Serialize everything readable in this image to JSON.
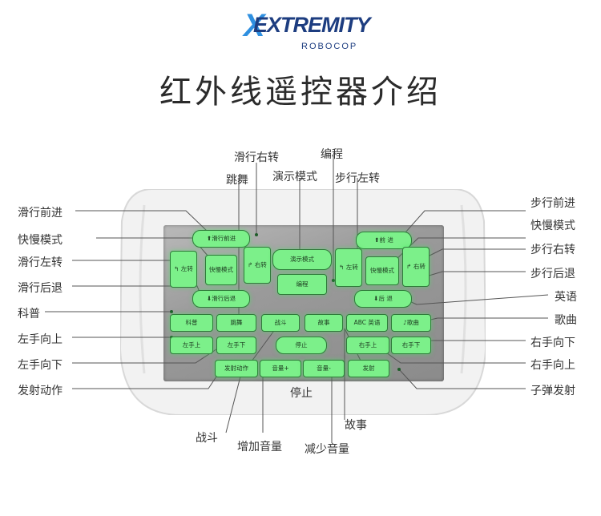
{
  "logo": {
    "x_letter": "X",
    "brand": "EXTREMITY",
    "sub": "ROBOCOP"
  },
  "title": "红外线遥控器介绍",
  "center_label": "停止",
  "labels": {
    "hx_qj": "滑行前进",
    "kmms_l": "快慢模式",
    "hx_zz": "滑行左转",
    "hx_ht": "滑行后退",
    "kp": "科普",
    "zs_xs": "左手向上",
    "zs_xx": "左手向下",
    "fs_dz": "发射动作",
    "hx_yz": "滑行右转",
    "tw": "跳舞",
    "ys_ms": "演示模式",
    "bc": "编程",
    "bx_zz": "步行左转",
    "bx_qj": "步行前进",
    "kmms_r": "快慢模式",
    "bx_yz": "步行右转",
    "bx_ht": "步行后退",
    "yy": "英语",
    "gq": "歌曲",
    "ys_xx": "右手向下",
    "ys_xs": "右手向上",
    "zd_fs": "子弹发射",
    "zd": "战斗",
    "zj_yl": "增加音量",
    "gs": "故事",
    "js_yl": "减少音量"
  },
  "buttons": {
    "l_fwd": "⬆滑行前进",
    "l_left": "↰ 左转",
    "l_speed": "快慢模式",
    "l_right": "↱ 右转",
    "l_back": "⬇滑行后退",
    "demo": "演示模式",
    "program": "编程",
    "r_fwd": "⬆前 进",
    "r_left": "↰ 左转",
    "r_speed": "快慢模式",
    "r_right": "↱ 右转",
    "r_back": "⬇后 退",
    "science": "科普",
    "dance": "跳舞",
    "fight": "战斗",
    "story": "故事",
    "english": "ABC 英语",
    "song": "♪歌曲",
    "lh_up": "左手上",
    "lh_down": "左手下",
    "stop": "停止",
    "rh_up": "右手上",
    "rh_down": "右手下",
    "fire_action": "发射动作",
    "vol_up": "音量+",
    "vol_down": "音量-",
    "shoot": "发射"
  }
}
